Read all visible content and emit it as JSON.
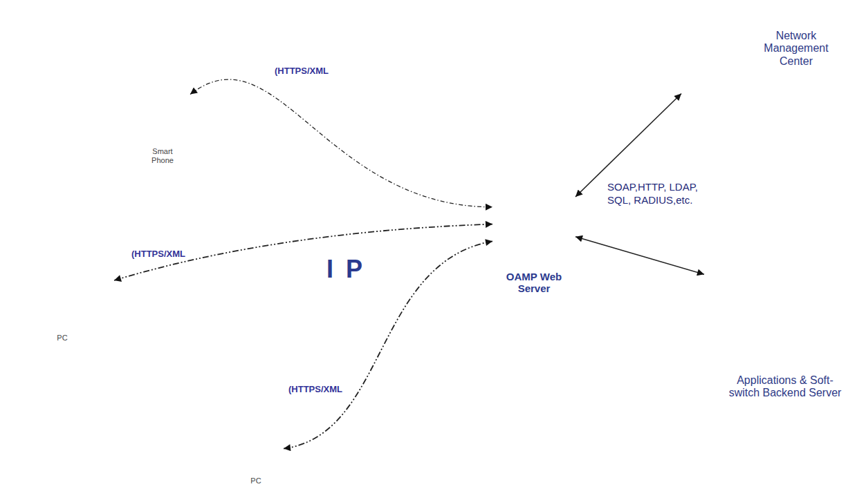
{
  "diagram": {
    "nodes": [
      {
        "text": [
          "Smart Phone"
        ]
      },
      {
        "text": [
          "Network Management Center"
        ]
      },
      {
        "text": [
          "I P"
        ]
      },
      {
        "text": [
          "OAMP Web Server"
        ]
      },
      {
        "text": [
          "PC"
        ]
      },
      {
        "text": [
          "Applications & Soft-switch Backend Server"
        ]
      },
      {
        "text": [
          "PC"
        ]
      }
    ],
    "edges": [
      {
        "from": 0,
        "to": 3,
        "arrow": "both",
        "label": "(HTTPS/XML"
      },
      {
        "from": 4,
        "to": 3,
        "arrow": "both",
        "label": "(HTTPS/XML"
      },
      {
        "from": 6,
        "to": 3,
        "arrow": "both",
        "label": "(HTTPS/XML"
      },
      {
        "from": 3,
        "to": 1,
        "arrow": "both"
      },
      {
        "from": 3,
        "to": 5,
        "arrow": "both"
      }
    ],
    "labels": [
      "SOAP,HTTP, LDAP, SQL, RADIUS,etc."
    ]
  }
}
